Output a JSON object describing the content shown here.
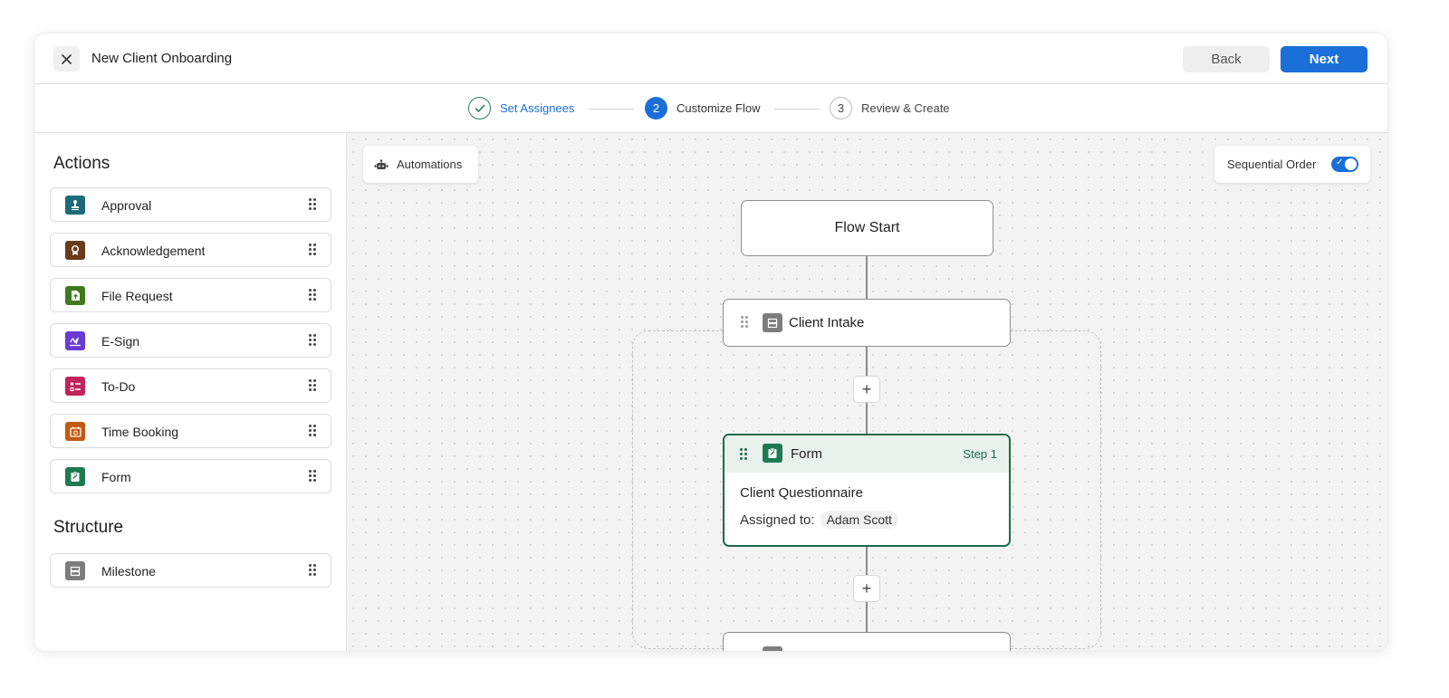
{
  "header": {
    "title": "New Client Onboarding",
    "back_label": "Back",
    "next_label": "Next"
  },
  "stepper": {
    "steps": [
      {
        "number": "",
        "label": "Set Assignees",
        "state": "completed"
      },
      {
        "number": "2",
        "label": "Customize Flow",
        "state": "active"
      },
      {
        "number": "3",
        "label": "Review & Create",
        "state": "upcoming"
      }
    ]
  },
  "sidebar": {
    "actions_title": "Actions",
    "actions": [
      {
        "label": "Approval",
        "icon": "stamp-icon",
        "color": "#1c6a7a"
      },
      {
        "label": "Acknowledgement",
        "icon": "badge-icon",
        "color": "#6b3a1c"
      },
      {
        "label": "File Request",
        "icon": "file-upload-icon",
        "color": "#3f7a1f"
      },
      {
        "label": "E-Sign",
        "icon": "signature-icon",
        "color": "#6a3bd6"
      },
      {
        "label": "To-Do",
        "icon": "checklist-icon",
        "color": "#c0245a"
      },
      {
        "label": "Time Booking",
        "icon": "calendar-icon",
        "color": "#c25a12"
      },
      {
        "label": "Form",
        "icon": "form-icon",
        "color": "#1e7a52"
      }
    ],
    "structure_title": "Structure",
    "structure": [
      {
        "label": "Milestone",
        "icon": "milestone-icon",
        "color": "#7d7d7d"
      }
    ]
  },
  "canvas": {
    "automations_label": "Automations",
    "sequential_label": "Sequential Order",
    "sequential_on": true,
    "flow_start_label": "Flow Start",
    "milestone_node_label": "Client Intake",
    "form_node": {
      "type_label": "Form",
      "step_label": "Step 1",
      "title": "Client Questionnaire",
      "assigned_label": "Assigned to:",
      "assignee": "Adam Scott"
    }
  }
}
